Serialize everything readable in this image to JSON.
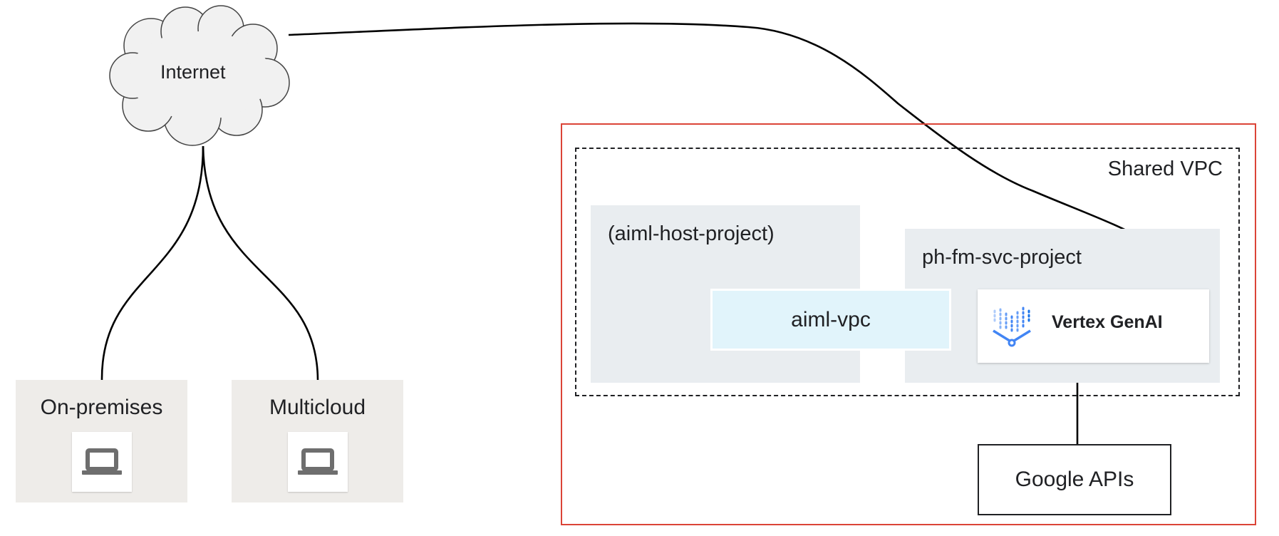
{
  "internet": {
    "label": "Internet",
    "icon": "cloud-icon"
  },
  "sites": {
    "onprem": {
      "label": "On-premises",
      "icon": "laptop-icon"
    },
    "multicloud": {
      "label": "Multicloud",
      "icon": "laptop-icon"
    }
  },
  "boundary": {
    "color": "#db4437"
  },
  "shared_vpc": {
    "label": "Shared VPC"
  },
  "host_project": {
    "label": "(aiml-host-project)"
  },
  "vpc": {
    "label": "aiml-vpc"
  },
  "service_project": {
    "label": "ph-fm-svc-project"
  },
  "vertex": {
    "label": "Vertex GenAI",
    "icon": "vertex-ai-icon"
  },
  "google_apis": {
    "label": "Google APIs"
  },
  "colors": {
    "container_gray": "#e9edf0",
    "vpc_blue": "#e1f4fb",
    "site_beige": "#eeece9",
    "vertex_blue": "#4285f4"
  }
}
